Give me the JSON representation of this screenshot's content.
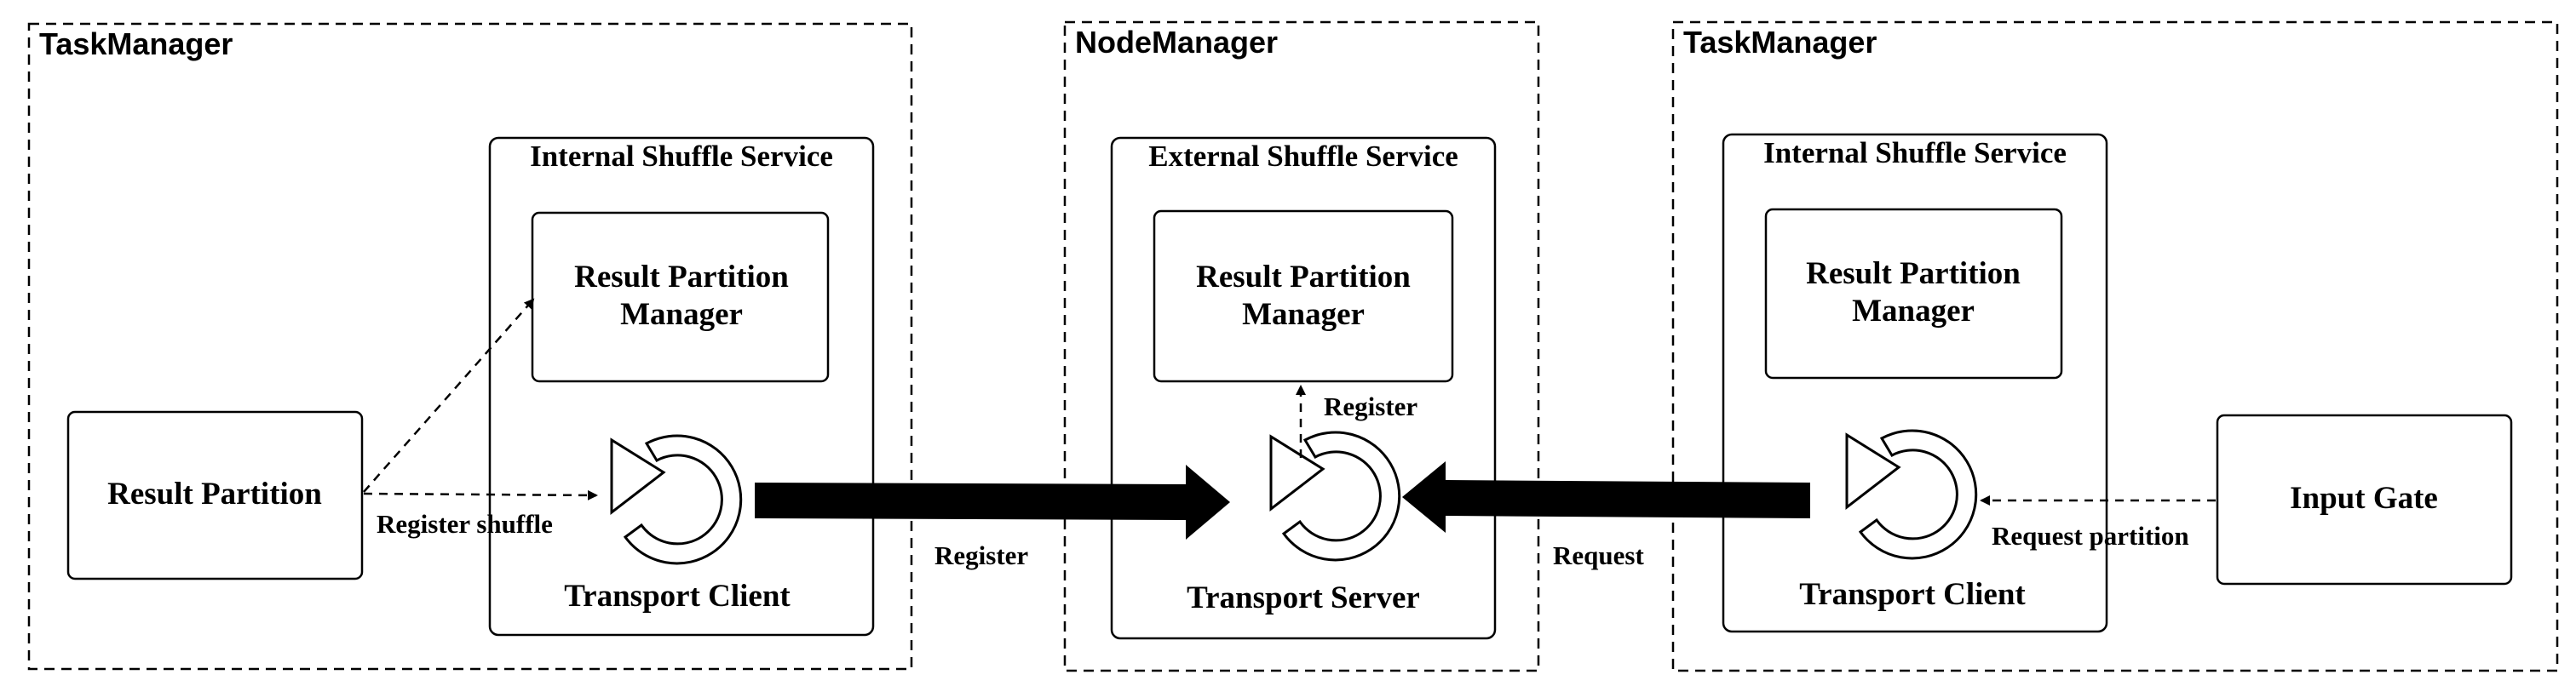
{
  "groups": {
    "left": {
      "title": "TaskManager"
    },
    "middle": {
      "title": "NodeManager"
    },
    "right": {
      "title": "TaskManager"
    }
  },
  "services": {
    "left": {
      "title": "Internal Shuffle Service",
      "manager": [
        "Result Partition",
        "Manager"
      ],
      "transport": "Transport Client"
    },
    "middle": {
      "title": "External Shuffle Service",
      "manager": [
        "Result Partition",
        "Manager"
      ],
      "transport": "Transport Server"
    },
    "right": {
      "title": "Internal Shuffle Service",
      "manager": [
        "Result Partition",
        "Manager"
      ],
      "transport": "Transport Client"
    }
  },
  "endpoints": {
    "result_partition": "Result Partition",
    "input_gate": "Input Gate"
  },
  "edges": {
    "register_shuffle": "Register shuffle",
    "register_to_server": "Register",
    "register_to_manager": "Register",
    "request": "Request",
    "request_partition": "Request partition"
  }
}
